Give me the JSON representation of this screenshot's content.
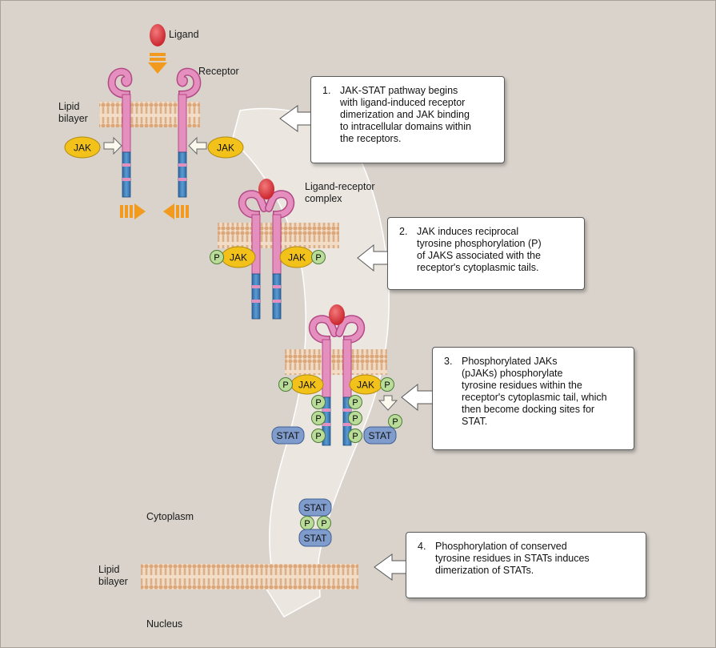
{
  "labels": {
    "ligand": "Ligand",
    "receptor": "Receptor",
    "lipid_bilayer_top": "Lipid\nbilayer",
    "ligand_receptor_complex": "Ligand-receptor\ncomplex",
    "cytoplasm": "Cytoplasm",
    "lipid_bilayer_bottom": "Lipid\nbilayer",
    "nucleus": "Nucleus"
  },
  "molecules": {
    "jak": "JAK",
    "stat": "STAT",
    "p": "P"
  },
  "steps": [
    {
      "number": "1.",
      "text": "JAK-STAT pathway begins\nwith ligand-induced receptor\ndimerization and JAK binding\nto intracellular domains within\nthe receptors."
    },
    {
      "number": "2.",
      "text": "JAK induces reciprocal\ntyrosine phosphorylation (P)\nof JAKS associated with the\nreceptor's cytoplasmic tails."
    },
    {
      "number": "3.",
      "text": "Phosphorylated JAKs\n(pJAKs) phosphorylate\ntyrosine residues within the\nreceptor's cytoplasmic tail, which\nthen become docking sites for\nSTAT."
    },
    {
      "number": "4.",
      "text": "Phosphorylation of conserved\ntyrosine residues in STATs induces\ndimerization of STATs."
    }
  ],
  "colors": {
    "background": "#d9d3cc",
    "flow_arrow": "#ebe6e0",
    "receptor": "#e58fbf",
    "receptor_outline": "#b24a86",
    "tail": "#3f7fb8",
    "membrane": "#e8c5a3",
    "jak": "#f2c21a",
    "p": "#b9dd98",
    "stat": "#7f9ccc",
    "ligand": "#e0383c",
    "orange_arrow": "#f29a1d"
  }
}
